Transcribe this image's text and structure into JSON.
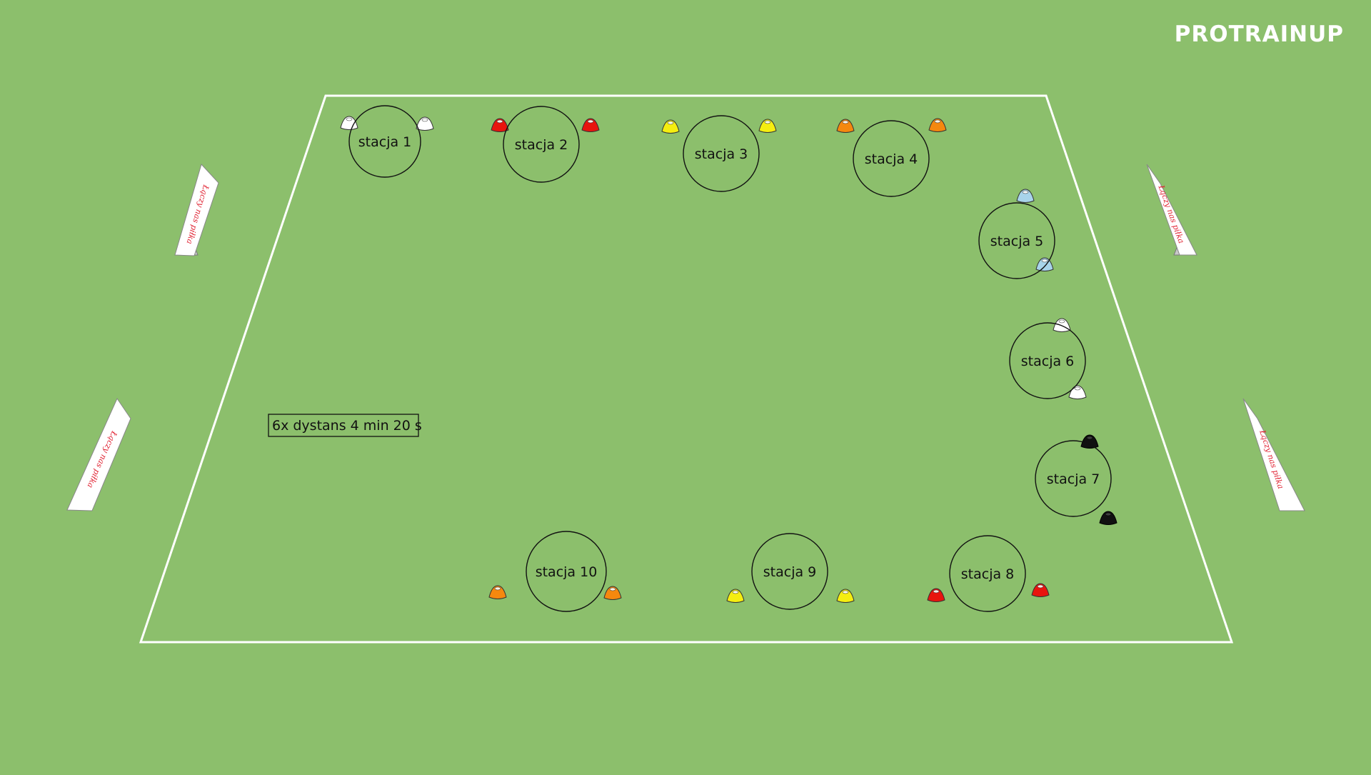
{
  "brand": {
    "text": "PROTRAINUP"
  },
  "note": {
    "text": "6x dystans 4 min 20 s"
  },
  "banner_text": "Łączy nas piłka",
  "stations": [
    {
      "label": "stacja 1",
      "cone_color": "#ffffff"
    },
    {
      "label": "stacja 2",
      "cone_color": "#e8140e"
    },
    {
      "label": "stacja 3",
      "cone_color": "#f5ee10"
    },
    {
      "label": "stacja 4",
      "cone_color": "#f5880e"
    },
    {
      "label": "stacja 5",
      "cone_color": "#a8d4ea"
    },
    {
      "label": "stacja 6",
      "cone_color": "#ffffff"
    },
    {
      "label": "stacja 7",
      "cone_color": "#111111"
    },
    {
      "label": "stacja 8",
      "cone_color": "#e8140e"
    },
    {
      "label": "stacja 9",
      "cone_color": "#f5ee10"
    },
    {
      "label": "stacja 10",
      "cone_color": "#f5880e"
    }
  ],
  "colors": {
    "grass": "#8cbf6c",
    "lines": "#ffffff",
    "outline": "#111111"
  }
}
